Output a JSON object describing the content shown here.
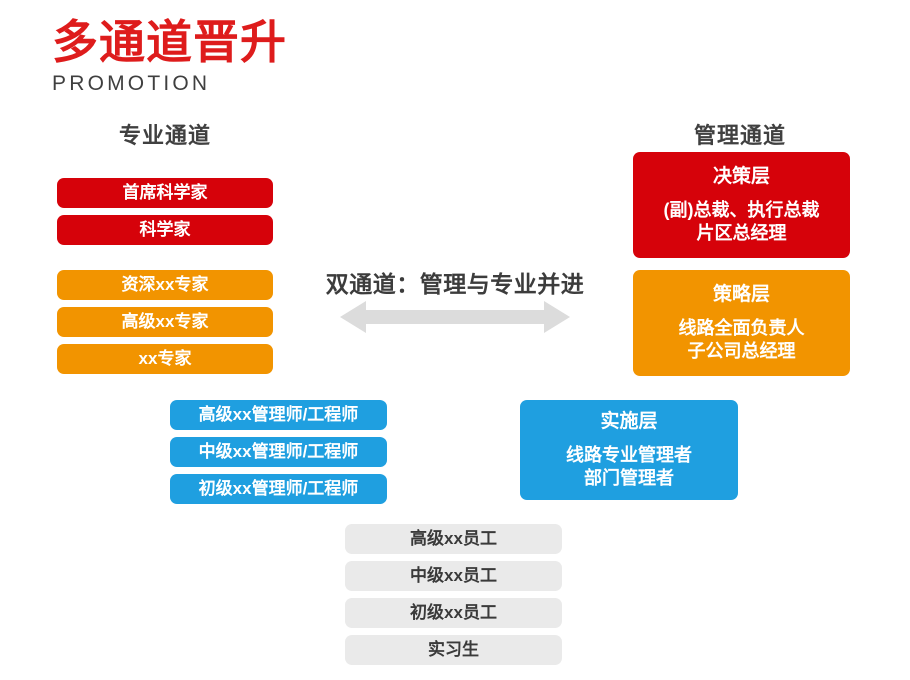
{
  "title": {
    "cn": "多通道晋升",
    "en": "PROMOTION"
  },
  "colors": {
    "red": "#D6020A",
    "orange": "#F29400",
    "blue": "#1F9FE0",
    "gray": "#EAEAEA",
    "title_red": "#DE1C1C",
    "text_dark": "#3C3C3C",
    "arrow_gray": "#DCDCDC"
  },
  "columns": {
    "professional": {
      "heading": "专业通道",
      "levels": [
        {
          "label": "首席科学家",
          "tier": "red"
        },
        {
          "label": "科学家",
          "tier": "red"
        },
        {
          "label": "资深xx专家",
          "tier": "orange"
        },
        {
          "label": "高级xx专家",
          "tier": "orange"
        },
        {
          "label": "xx专家",
          "tier": "orange"
        }
      ]
    },
    "management": {
      "heading": "管理通道",
      "levels": [
        {
          "title": "决策层",
          "lines": [
            "(副)总裁、执行总裁",
            "片区总经理"
          ],
          "tier": "red"
        },
        {
          "title": "策略层",
          "lines": [
            "线路全面负责人",
            "子公司总经理"
          ],
          "tier": "orange"
        },
        {
          "title": "实施层",
          "lines": [
            "线路专业管理者",
            "部门管理者"
          ],
          "tier": "blue"
        }
      ]
    }
  },
  "center": {
    "caption": "双通道：管理与专业并进",
    "arrow_icon": "double-headed-arrow-icon"
  },
  "shared_levels": {
    "engineer_track": [
      "高级xx管理师/工程师",
      "中级xx管理师/工程师",
      "初级xx管理师/工程师"
    ],
    "staff_track": [
      "高级xx员工",
      "中级xx员工",
      "初级xx员工",
      "实习生"
    ]
  }
}
